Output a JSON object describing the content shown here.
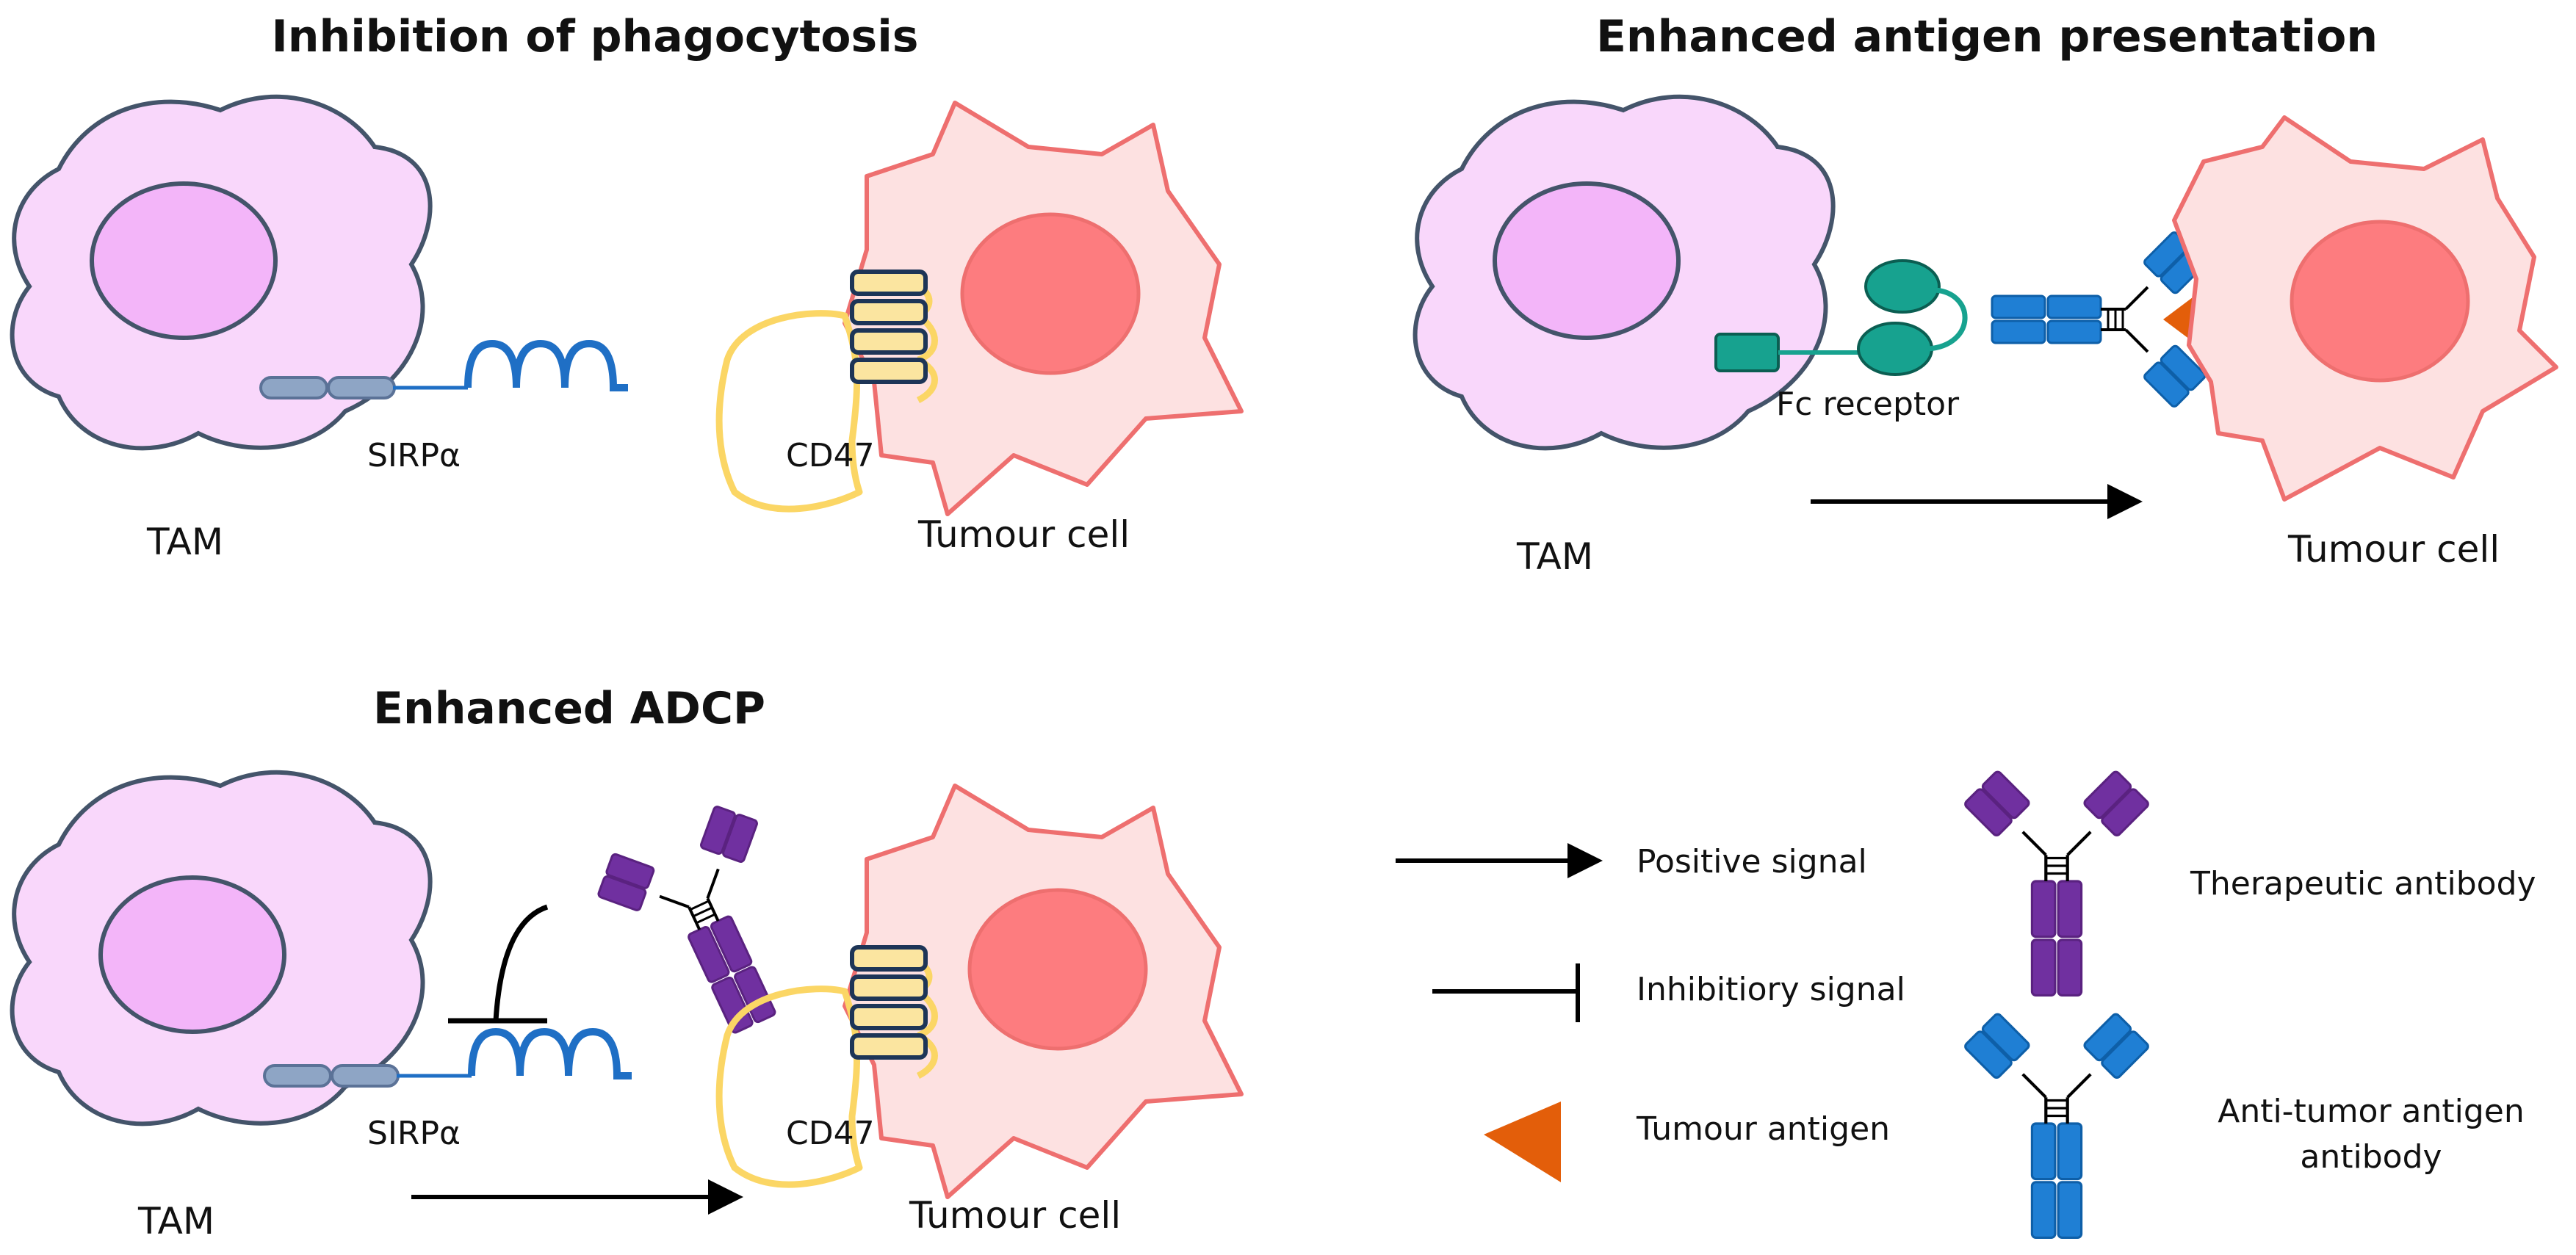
{
  "panels": {
    "phagocytosis": {
      "title": "Inhibition of phagocytosis",
      "tam": "TAM",
      "tumour": "Tumour cell",
      "sirpa": "SIRPα",
      "cd47": "CD47"
    },
    "antigen": {
      "title": "Enhanced antigen presentation",
      "tam": "TAM",
      "tumour": "Tumour cell",
      "fc": "Fc receptor"
    },
    "adcp": {
      "title": "Enhanced ADCP",
      "tam": "TAM",
      "tumour": "Tumour cell",
      "sirpa": "SIRPα",
      "cd47": "CD47"
    }
  },
  "legend": {
    "positive": "Positive signal",
    "inhibitory": "Inhibitiory signal",
    "antigen": "Tumour antigen",
    "therapeutic": "Therapeutic antibody",
    "anti_tumor_1": "Anti-tumor antigen",
    "anti_tumor_2": "antibody"
  },
  "colors": {
    "tam_fill": "#f9d7fb",
    "tam_stroke": "#44546a",
    "tam_nucleus": "#f3b5f9",
    "tumour_fill": "#fde1e1",
    "tumour_stroke": "#ee6f6f",
    "tumour_nucleus": "#fd7c7f",
    "sirpa": "#1f6fc5",
    "sirpa_domain": "#8ea5c5",
    "cd47_fill": "#fbe5a0",
    "cd47_stroke": "#1d3557",
    "cd47_loop": "#fbe27a",
    "fc_receptor": "#17a28f",
    "anti_tumor_antibody": "#1f7fd4",
    "therapeutic_antibody": "#7030a0",
    "tumour_antigen": "#e35e0a",
    "arrow": "#000000"
  }
}
